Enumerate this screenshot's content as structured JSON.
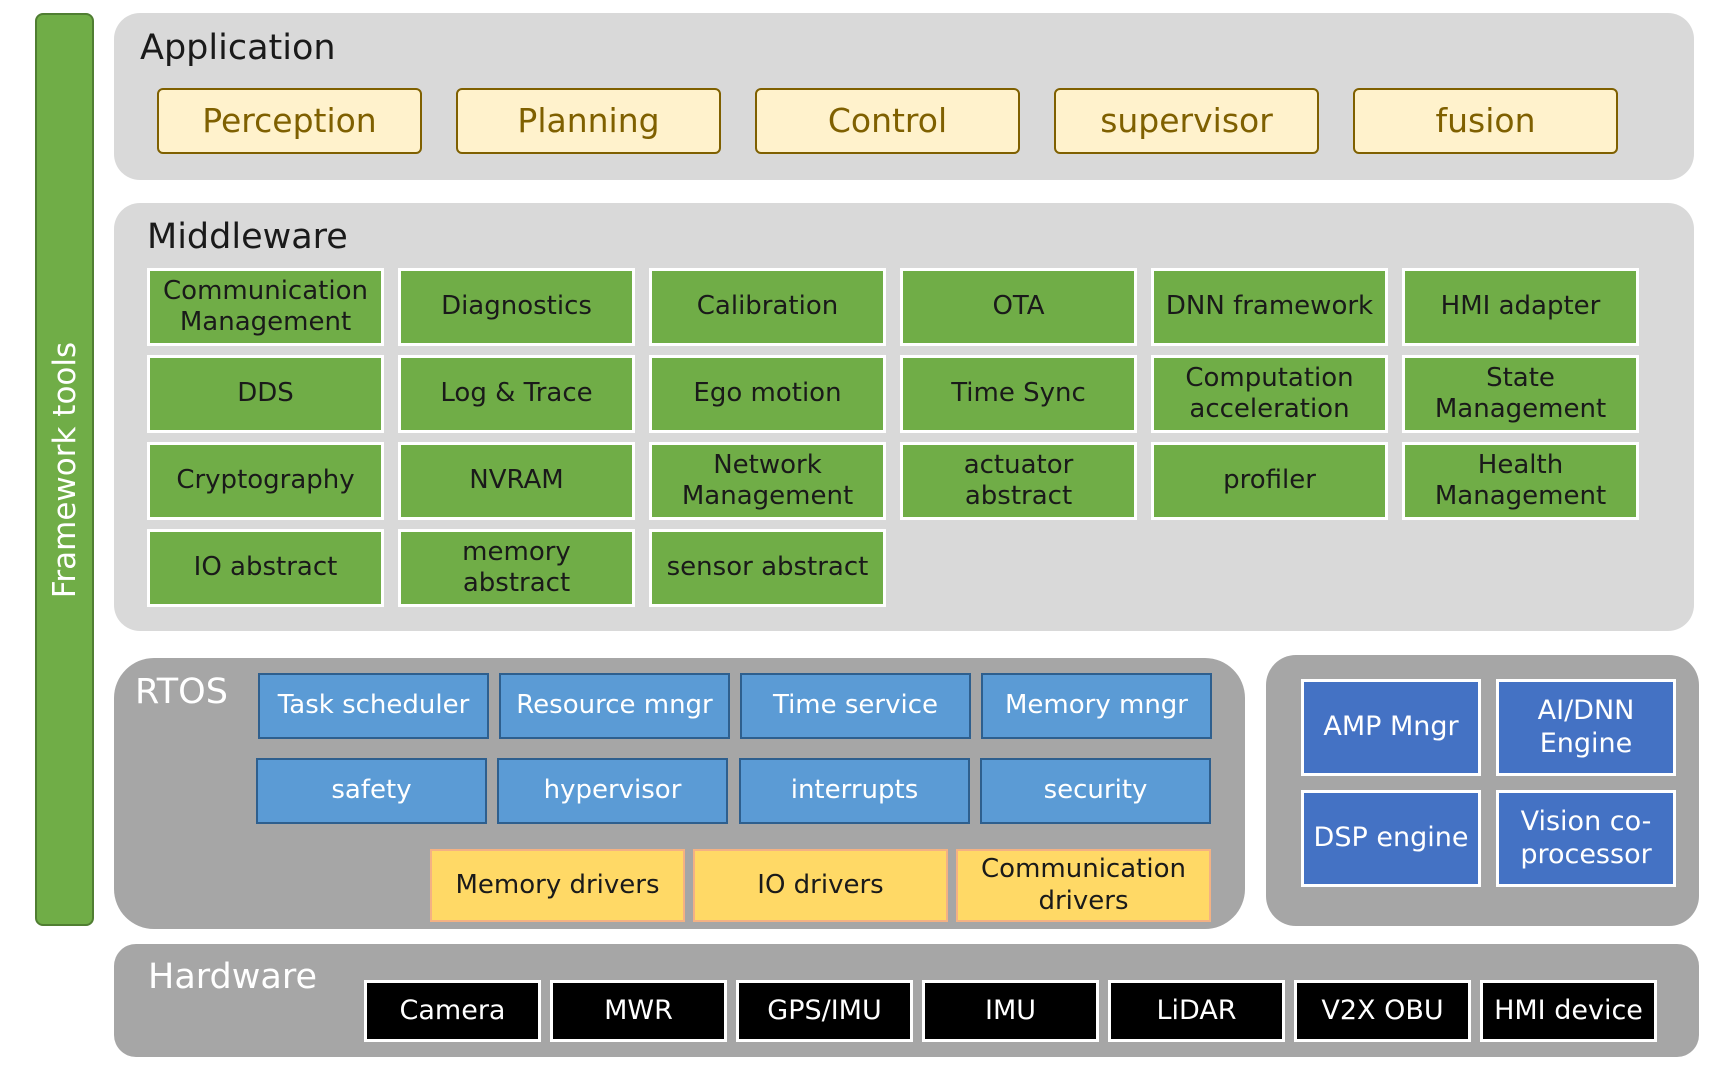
{
  "framework_tools": "Framework tools",
  "application": {
    "title": "Application",
    "items": [
      "Perception",
      "Planning",
      "Control",
      "supervisor",
      "fusion"
    ]
  },
  "middleware": {
    "title": "Middleware",
    "items": [
      "Communication\nManagement",
      "Diagnostics",
      "Calibration",
      "OTA",
      "DNN framework",
      "HMI adapter",
      "DDS",
      "Log & Trace",
      "Ego motion",
      "Time Sync",
      "Computation\nacceleration",
      "State\nManagement",
      "Cryptography",
      "NVRAM",
      "Network\nManagement",
      "actuator\nabstract",
      "profiler",
      "Health\nManagement",
      "IO abstract",
      "memory\nabstract",
      "sensor abstract"
    ]
  },
  "rtos": {
    "title": "RTOS",
    "services": [
      "Task scheduler",
      "Resource mngr",
      "Time service",
      "Memory mngr"
    ],
    "features": [
      "safety",
      "hypervisor",
      "interrupts",
      "security"
    ],
    "drivers": [
      "Memory drivers",
      "IO drivers",
      "Communication\ndrivers"
    ]
  },
  "accelerator": {
    "items": [
      "AMP Mngr",
      "AI/DNN\nEngine",
      "DSP engine",
      "Vision co-\nprocessor"
    ]
  },
  "hardware": {
    "title": "Hardware",
    "items": [
      "Camera",
      "MWR",
      "GPS/IMU",
      "IMU",
      "LiDAR",
      "V2X OBU",
      "HMI device"
    ]
  }
}
